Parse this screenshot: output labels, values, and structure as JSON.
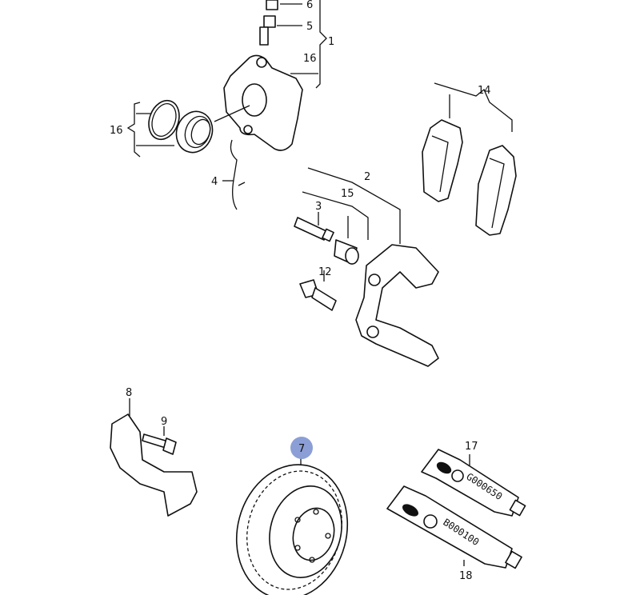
{
  "diagram": {
    "highlight_color": "#8b9fd6",
    "callouts": {
      "p6": "6",
      "p5": "5",
      "p1": "1",
      "p16a": "16",
      "p16b": "16",
      "p4": "4",
      "p14": "14",
      "p2": "2",
      "p15": "15",
      "p3": "3",
      "p12": "12",
      "p8": "8",
      "p9": "9",
      "p7": "7",
      "p17": "17",
      "p18": "18"
    },
    "tubes": {
      "g": "G000650",
      "b": "B000100"
    }
  }
}
